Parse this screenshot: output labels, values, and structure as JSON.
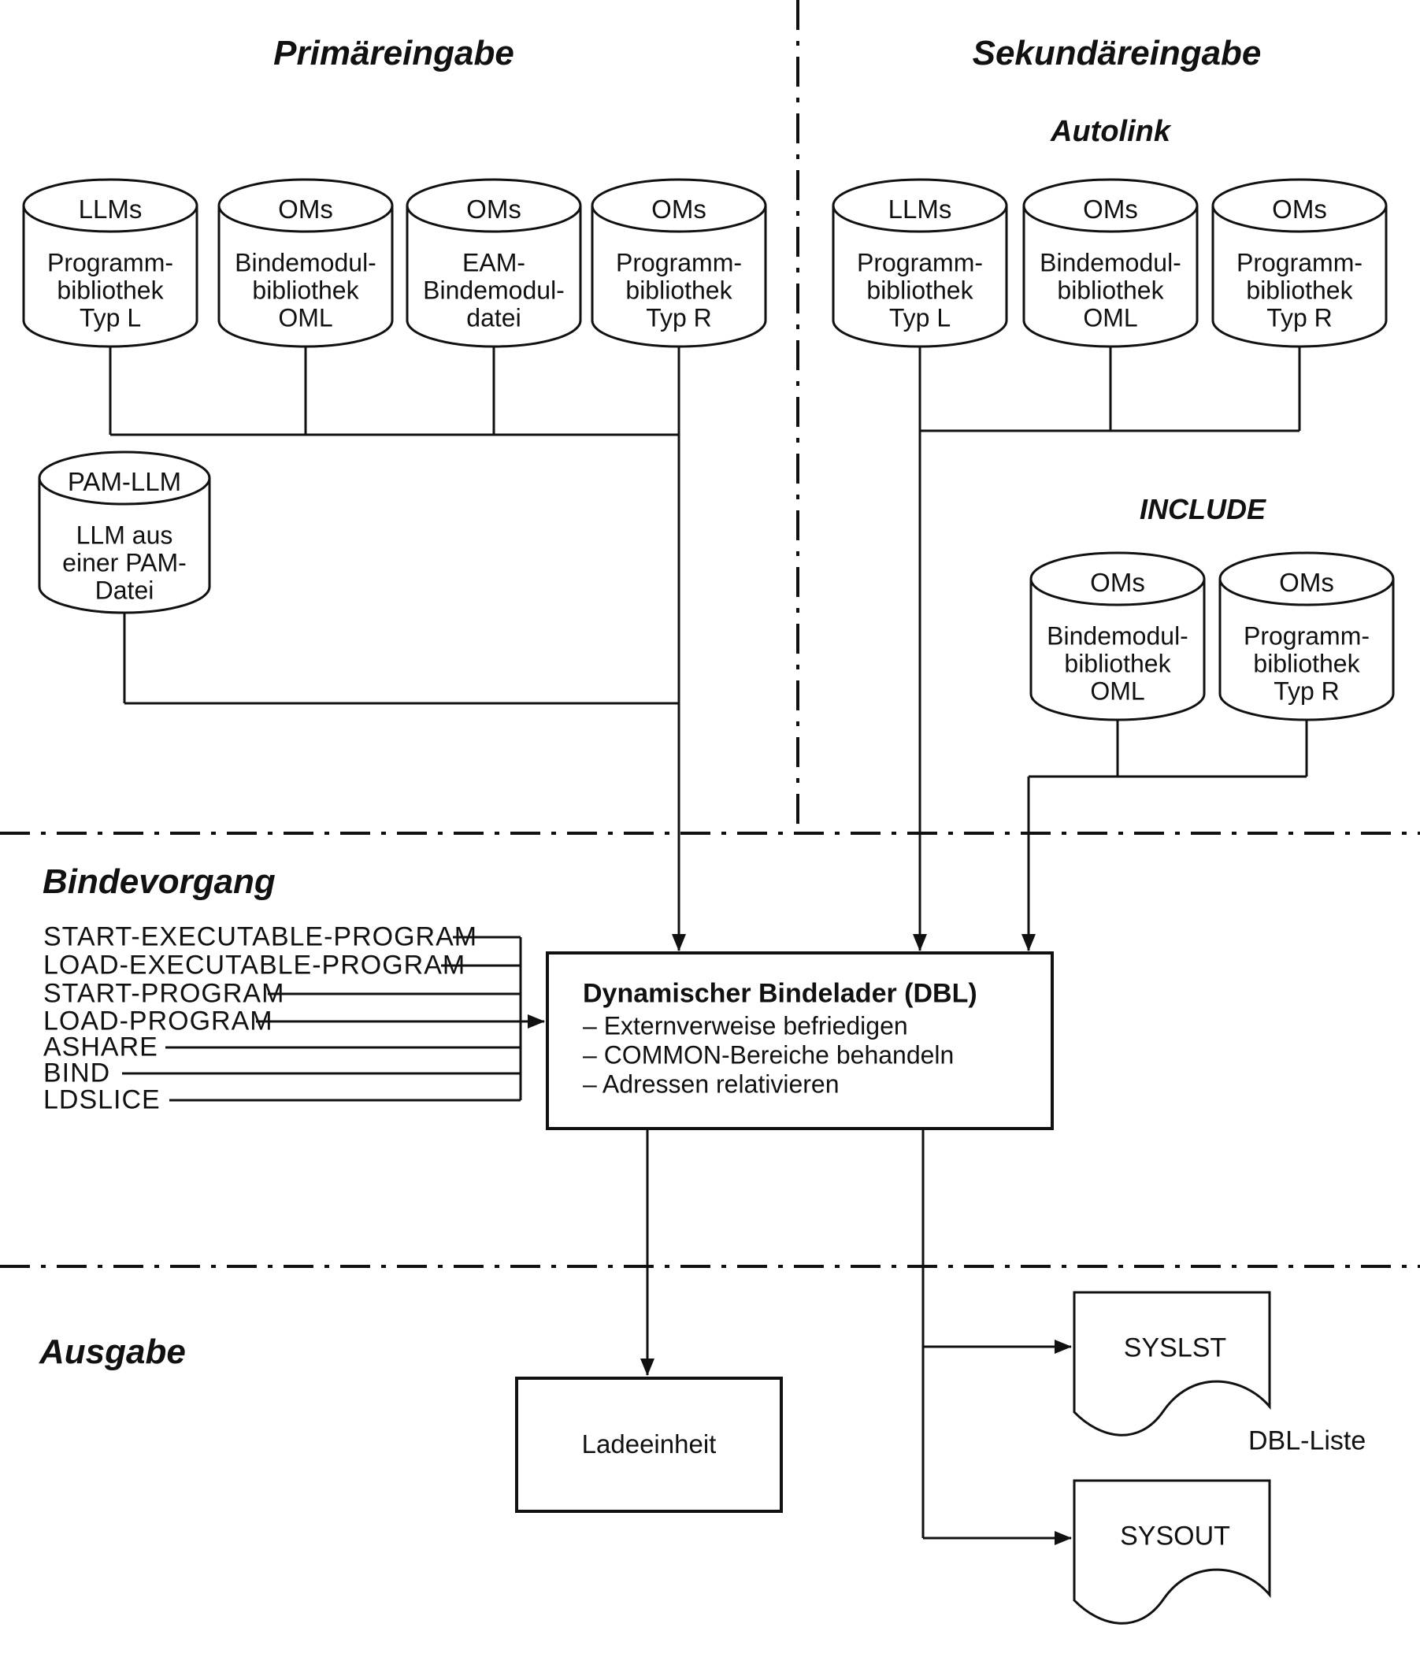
{
  "headings": {
    "primary": "Primäreingabe",
    "secondary": "Sekundäreingabe",
    "autolink": "Autolink",
    "include": "INCLUDE",
    "binding": "Bindevorgang",
    "output": "Ausgabe"
  },
  "cylinders": {
    "primary": [
      {
        "type": "LLMs",
        "body": "Programm-\nbibliothek\nTyp L"
      },
      {
        "type": "OMs",
        "body": "Bindemodul-\nbibliothek\nOML"
      },
      {
        "type": "OMs",
        "body": "EAM-\nBindemodul-\ndatei"
      },
      {
        "type": "OMs",
        "body": "Programm-\nbibliothek\nTyp R"
      }
    ],
    "pam": {
      "type": "PAM-LLM",
      "body": "LLM aus\neiner PAM-\nDatei"
    },
    "autolink": [
      {
        "type": "LLMs",
        "body": "Programm-\nbibliothek\nTyp L"
      },
      {
        "type": "OMs",
        "body": "Bindemodul-\nbibliothek\nOML"
      },
      {
        "type": "OMs",
        "body": "Programm-\nbibliothek\nTyp R"
      }
    ],
    "include": [
      {
        "type": "OMs",
        "body": "Bindemodul-\nbibliothek\nOML"
      },
      {
        "type": "OMs",
        "body": "Programm-\nbibliothek\nTyp R"
      }
    ]
  },
  "commands": [
    "START-EXECUTABLE-PROGRAM",
    "LOAD-EXECUTABLE-PROGRAM",
    "START-PROGRAM",
    "LOAD-PROGRAM",
    "ASHARE",
    "BIND",
    "LDSLICE"
  ],
  "dbl": {
    "title": "Dynamischer Bindelader (DBL)",
    "tasks": [
      "– Externverweise befriedigen",
      "– COMMON-Bereiche behandeln",
      "– Adressen relativieren"
    ]
  },
  "outputs": {
    "load_unit": "Ladeeinheit",
    "syslst": "SYSLST",
    "sysout": "SYSOUT",
    "dbl_list": "DBL-Liste"
  },
  "colors": {
    "ink": "#111111",
    "background": "#ffffff"
  }
}
